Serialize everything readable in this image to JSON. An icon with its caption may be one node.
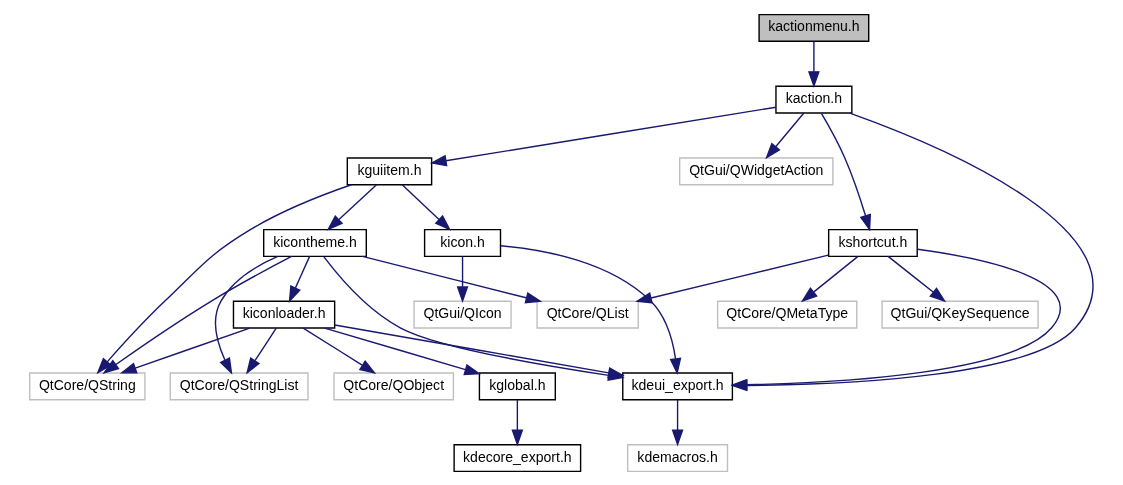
{
  "diagram": {
    "nodes": [
      {
        "text": [
          "kactionmenu.h"
        ]
      },
      {
        "text": [
          "kaction.h"
        ]
      },
      {
        "text": [
          "kguiitem.h"
        ]
      },
      {
        "text": [
          "QtGui/QWidgetAction"
        ]
      },
      {
        "text": [
          "kicontheme.h"
        ]
      },
      {
        "text": [
          "kicon.h"
        ]
      },
      {
        "text": [
          "kshortcut.h"
        ]
      },
      {
        "text": [
          "kiconloader.h"
        ]
      },
      {
        "text": [
          "QtCore/QList"
        ]
      },
      {
        "text": [
          "QtGui/QIcon"
        ]
      },
      {
        "text": [
          "QtCore/QMetaType"
        ]
      },
      {
        "text": [
          "QtGui/QKeySequence"
        ]
      },
      {
        "text": [
          "QtCore/QString"
        ]
      },
      {
        "text": [
          "QtCore/QStringList"
        ]
      },
      {
        "text": [
          "QtCore/QObject"
        ]
      },
      {
        "text": [
          "kglobal.h"
        ]
      },
      {
        "text": [
          "kdeui_export.h"
        ]
      },
      {
        "text": [
          "kdecore_export.h"
        ]
      },
      {
        "text": [
          "kdemacros.h"
        ]
      }
    ],
    "edges": [
      {
        "from": 0,
        "to": 1,
        "arrow": "to"
      },
      {
        "from": 1,
        "to": 2,
        "arrow": "to"
      },
      {
        "from": 1,
        "to": 3,
        "arrow": "to"
      },
      {
        "from": 1,
        "to": 6,
        "arrow": "to"
      },
      {
        "from": 1,
        "to": 16,
        "arrow": "to"
      },
      {
        "from": 2,
        "to": 4,
        "arrow": "to"
      },
      {
        "from": 2,
        "to": 5,
        "arrow": "to"
      },
      {
        "from": 2,
        "to": 12,
        "arrow": "to"
      },
      {
        "from": 4,
        "to": 7,
        "arrow": "to"
      },
      {
        "from": 4,
        "to": 12,
        "arrow": "to"
      },
      {
        "from": 4,
        "to": 13,
        "arrow": "to"
      },
      {
        "from": 4,
        "to": 8,
        "arrow": "to"
      },
      {
        "from": 4,
        "to": 16,
        "arrow": "to"
      },
      {
        "from": 5,
        "to": 16,
        "arrow": "to"
      },
      {
        "from": 5,
        "to": 9,
        "arrow": "to"
      },
      {
        "from": 6,
        "to": 8,
        "arrow": "to"
      },
      {
        "from": 6,
        "to": 10,
        "arrow": "to"
      },
      {
        "from": 6,
        "to": 11,
        "arrow": "to"
      },
      {
        "from": 6,
        "to": 16,
        "arrow": "to"
      },
      {
        "from": 7,
        "to": 12,
        "arrow": "to"
      },
      {
        "from": 7,
        "to": 13,
        "arrow": "to"
      },
      {
        "from": 7,
        "to": 14,
        "arrow": "to"
      },
      {
        "from": 7,
        "to": 15,
        "arrow": "to"
      },
      {
        "from": 7,
        "to": 16,
        "arrow": "to"
      },
      {
        "from": 15,
        "to": 17,
        "arrow": "to"
      },
      {
        "from": 16,
        "to": 18,
        "arrow": "to"
      }
    ]
  }
}
